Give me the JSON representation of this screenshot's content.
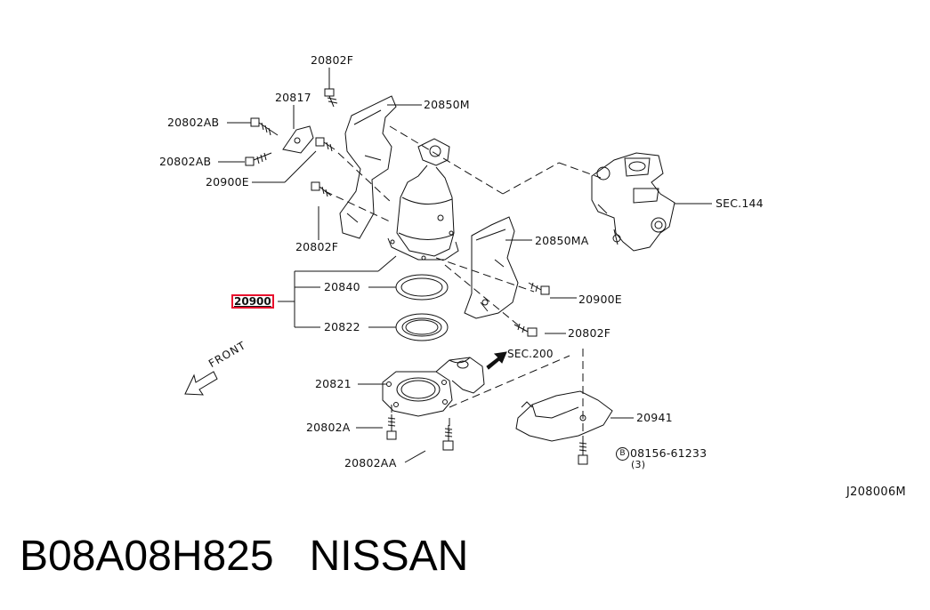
{
  "diagram": {
    "code": "J208006M",
    "highlighted_part": "20900",
    "parts": [
      {
        "id": "20802F_top",
        "label": "20802F"
      },
      {
        "id": "20817",
        "label": "20817"
      },
      {
        "id": "20850M",
        "label": "20850M"
      },
      {
        "id": "20802AB_1",
        "label": "20802AB"
      },
      {
        "id": "20802AB_2",
        "label": "20802AB"
      },
      {
        "id": "20900E_left",
        "label": "20900E"
      },
      {
        "id": "SEC144",
        "label": "SEC.144"
      },
      {
        "id": "20802F_mid",
        "label": "20802F"
      },
      {
        "id": "20850MA",
        "label": "20850MA"
      },
      {
        "id": "20840",
        "label": "20840"
      },
      {
        "id": "20900E_right",
        "label": "20900E"
      },
      {
        "id": "20822",
        "label": "20822"
      },
      {
        "id": "20802F_right",
        "label": "20802F"
      },
      {
        "id": "SEC200",
        "label": "SEC.200"
      },
      {
        "id": "20821",
        "label": "20821"
      },
      {
        "id": "20941",
        "label": "20941"
      },
      {
        "id": "20802A",
        "label": "20802A"
      },
      {
        "id": "08156",
        "label": "08156-61233",
        "qty": "(3)",
        "prefix": "B"
      },
      {
        "id": "20802AA",
        "label": "20802AA"
      }
    ],
    "front_label": "FRONT"
  },
  "footer": {
    "part_number": "B08A08H825",
    "brand": "NISSAN"
  }
}
